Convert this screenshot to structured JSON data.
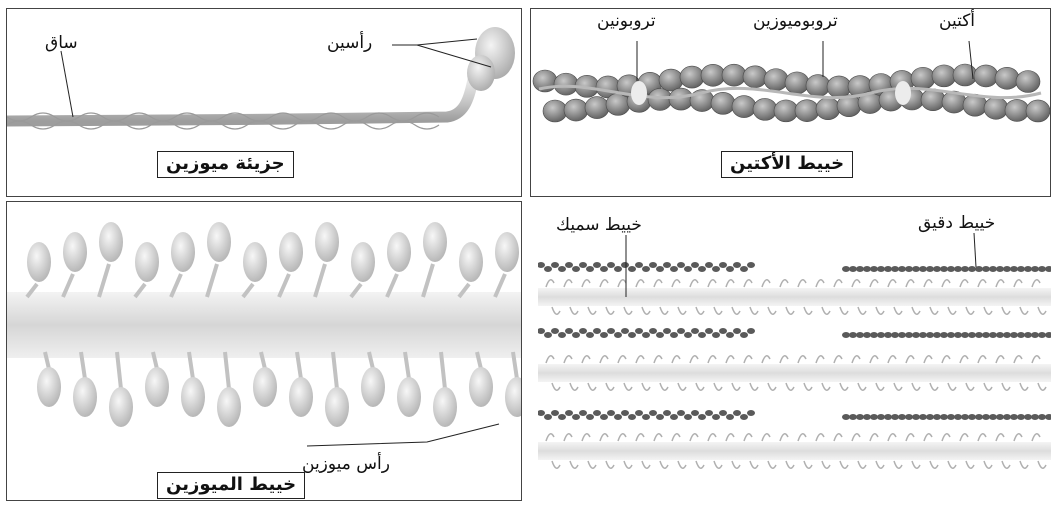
{
  "myosin_molecule": {
    "caption": "جزيئة ميوزين",
    "label_shaft": "ساق",
    "label_heads": "رأسين"
  },
  "actin_filament": {
    "caption": "خييط الأكتين",
    "label_troponin": "تروبونين",
    "label_tropomyosin": "تروبوميوزين",
    "label_actin": "أكتين"
  },
  "myosin_filament": {
    "caption": "خييط الميوزين",
    "label_head": "رأس ميوزين"
  },
  "sarcomere": {
    "label_thick": "خييط سميك",
    "label_thin": "خييط دقيق"
  }
}
